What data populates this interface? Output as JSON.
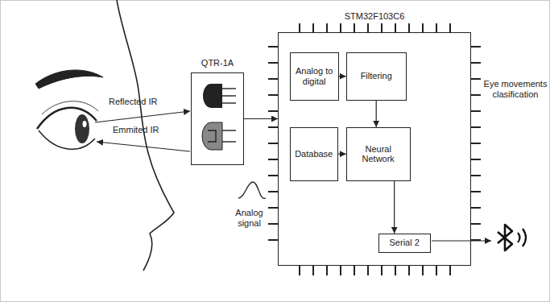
{
  "diagram": {
    "nodes": [
      {
        "text": [
          "QTR-1A"
        ]
      },
      {
        "text": [
          "STM32F103C6"
        ]
      },
      {
        "text": [
          "Analog to digital"
        ],
        "in": 1
      },
      {
        "text": [
          "Filtering"
        ],
        "in": 1
      },
      {
        "text": [
          "Database"
        ],
        "in": 1
      },
      {
        "text": [
          "Neural Network"
        ],
        "in": 1
      },
      {
        "text": [
          "Serial 2"
        ],
        "in": 1
      }
    ],
    "edges": [
      {
        "from": 0,
        "to": 1,
        "arrow": "to"
      },
      {
        "from": 2,
        "to": 3,
        "arrow": "to"
      },
      {
        "from": 3,
        "to": 5,
        "arrow": "to"
      },
      {
        "from": 4,
        "to": 5,
        "arrow": "to"
      },
      {
        "from": 5,
        "to": 6,
        "arrow": "to"
      }
    ],
    "labels": [
      "Reflected IR",
      "Emmited IR",
      "Analog signal",
      "Eye movements clasification"
    ]
  }
}
